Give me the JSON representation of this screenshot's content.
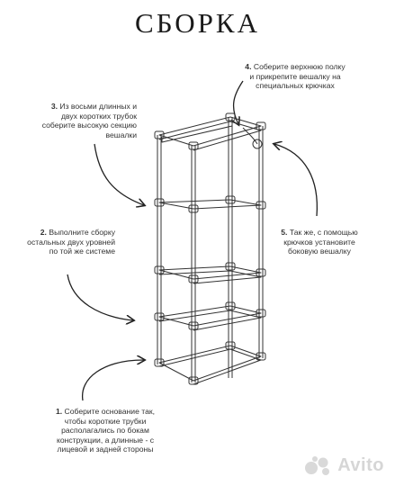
{
  "title": "СБОРКА",
  "steps": [
    {
      "num": "1.",
      "text": "Соберите основание так, чтобы короткие трубки располагались по бокам конструкции, а длинные - с лицевой и задней стороны"
    },
    {
      "num": "2.",
      "text": "Выполните сборку остальных двух уровней по той же системе"
    },
    {
      "num": "3.",
      "text": "Из восьми длинных и двух коротких трубок соберите высокую секцию вешалки"
    },
    {
      "num": "4.",
      "text": "Соберите верхнюю полку и прикрепите вешалку на специальных крючках"
    },
    {
      "num": "5.",
      "text": "Так же, с помощью крючков установите боковую вешалку"
    }
  ],
  "watermark": {
    "text": "Avito",
    "icon": "avito-logo-icon"
  }
}
